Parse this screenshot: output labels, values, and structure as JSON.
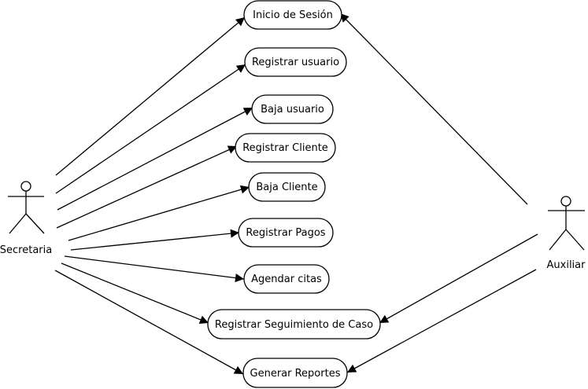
{
  "actors": [
    {
      "id": "secretaria",
      "label": "Secretaria"
    },
    {
      "id": "auxiliar",
      "label": "Auxiliar"
    }
  ],
  "use_cases": [
    {
      "id": "inicio-sesion",
      "label": "Inicio de Sesión"
    },
    {
      "id": "registrar-usuario",
      "label": "Registrar usuario"
    },
    {
      "id": "baja-usuario",
      "label": "Baja usuario"
    },
    {
      "id": "registrar-cliente",
      "label": "Registrar Cliente"
    },
    {
      "id": "baja-cliente",
      "label": "Baja Cliente"
    },
    {
      "id": "registrar-pagos",
      "label": "Registrar Pagos"
    },
    {
      "id": "agendar-citas",
      "label": "Agendar citas"
    },
    {
      "id": "registrar-seguimiento",
      "label": "Registrar Seguimiento de Caso"
    },
    {
      "id": "generar-reportes",
      "label": "Generar Reportes"
    }
  ],
  "associations": [
    {
      "from": "secretaria",
      "to": "inicio-sesion"
    },
    {
      "from": "secretaria",
      "to": "registrar-usuario"
    },
    {
      "from": "secretaria",
      "to": "baja-usuario"
    },
    {
      "from": "secretaria",
      "to": "registrar-cliente"
    },
    {
      "from": "secretaria",
      "to": "baja-cliente"
    },
    {
      "from": "secretaria",
      "to": "registrar-pagos"
    },
    {
      "from": "secretaria",
      "to": "agendar-citas"
    },
    {
      "from": "secretaria",
      "to": "registrar-seguimiento"
    },
    {
      "from": "secretaria",
      "to": "generar-reportes"
    },
    {
      "from": "auxiliar",
      "to": "inicio-sesion"
    },
    {
      "from": "auxiliar",
      "to": "registrar-seguimiento"
    },
    {
      "from": "auxiliar",
      "to": "generar-reportes"
    }
  ]
}
